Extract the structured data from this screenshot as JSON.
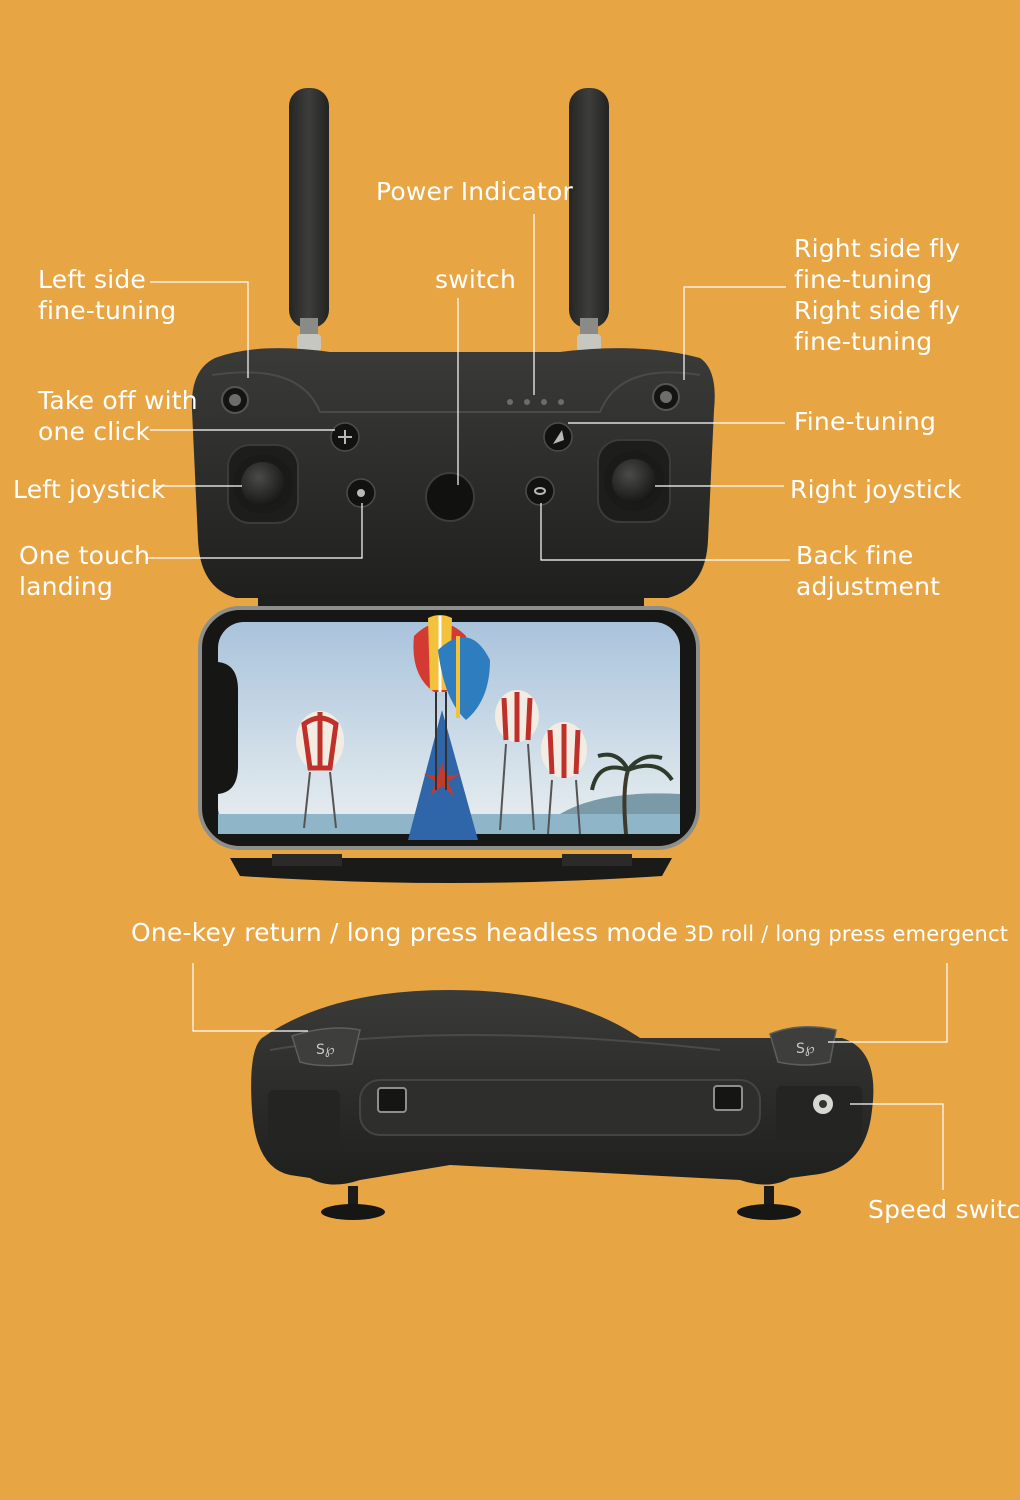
{
  "labels": {
    "power_indicator": "Power Indicator",
    "switch": "switch",
    "left_side_fine_tuning": [
      "Left side",
      "fine-tuning"
    ],
    "right_side_fly_fine_tuning": [
      "Right side fly",
      "fine-tuning",
      "Right side fly",
      "fine-tuning"
    ],
    "take_off": [
      "Take off with",
      "one click"
    ],
    "fine_tuning": "Fine-tuning",
    "left_joystick": "Left joystick",
    "right_joystick": "Right joystick",
    "one_touch_landing": [
      "One touch",
      "landing"
    ],
    "back_fine_adjustment": [
      "Back fine",
      "adjustment"
    ],
    "one_key_return": "One-key return / long press headless mode",
    "roll_3d": "3D roll / long press emergenct",
    "speed_switch": "Speed switc"
  },
  "colors": {
    "background": "#e8a544",
    "controller_body": "#2b2c2a",
    "callout_line": "#ffffff"
  }
}
